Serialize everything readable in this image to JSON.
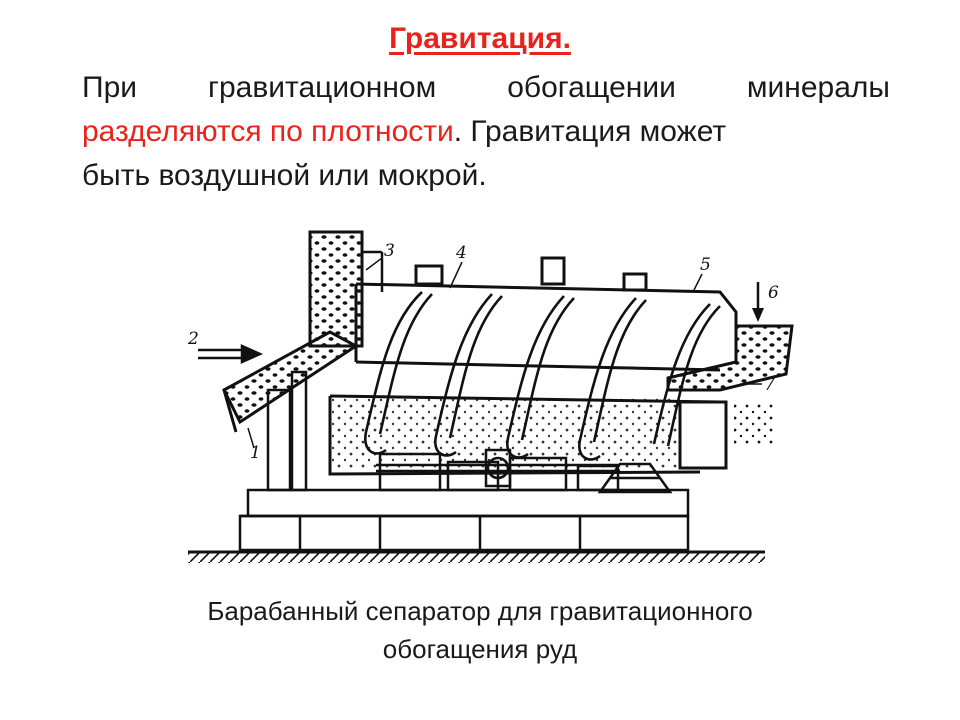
{
  "slide": {
    "heading": "Гравитация.",
    "paragraph": {
      "line1": "При гравитационном обогащении минералы",
      "highlight": "разделяются по плотности",
      "after_highlight": ". Гравитация может",
      "line3": "быть воздушной или мокрой."
    },
    "caption": {
      "line1": "Барабанный сепаратор для гравитационного",
      "line2": "обогащения руд"
    }
  },
  "diagram": {
    "callouts": [
      "1",
      "2",
      "3",
      "4",
      "5",
      "6",
      "7"
    ]
  },
  "colors": {
    "accent": "#e8231c",
    "text": "#1a1a1a",
    "drawing": "#111111"
  }
}
